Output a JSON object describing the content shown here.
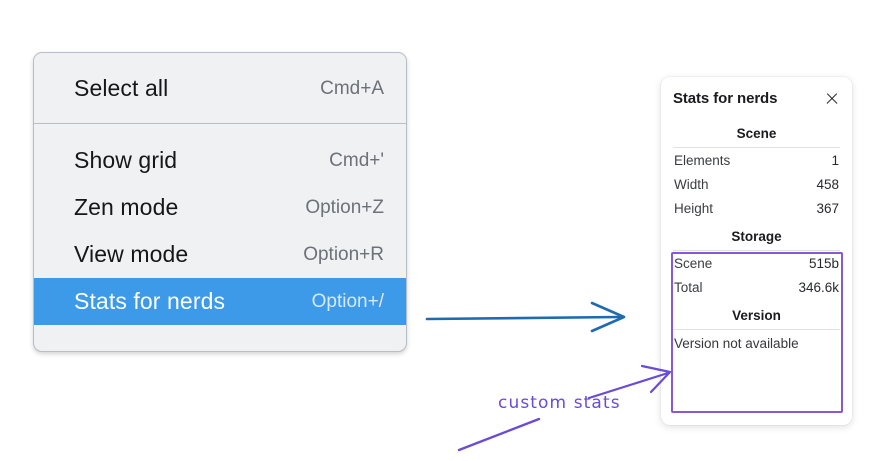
{
  "context_menu": {
    "groups": [
      {
        "items": [
          {
            "label": "Select all",
            "shortcut": "Cmd+A",
            "selected": false
          }
        ]
      },
      {
        "items": [
          {
            "label": "Show grid",
            "shortcut": "Cmd+'",
            "selected": false
          },
          {
            "label": "Zen mode",
            "shortcut": "Option+Z",
            "selected": false
          },
          {
            "label": "View mode",
            "shortcut": "Option+R",
            "selected": false
          },
          {
            "label": "Stats for nerds",
            "shortcut": "Option+/",
            "selected": true
          }
        ]
      }
    ],
    "highlight_color": "#3c9ae8",
    "background_color": "#eff1f3"
  },
  "stats_panel": {
    "title": "Stats for nerds",
    "close_icon": "close-icon",
    "sections": [
      {
        "heading": "Scene",
        "rows": [
          {
            "key": "Elements",
            "value": "1"
          },
          {
            "key": "Width",
            "value": "458"
          },
          {
            "key": "Height",
            "value": "367"
          }
        ]
      },
      {
        "heading": "Storage",
        "rows": [
          {
            "key": "Scene",
            "value": "515b"
          },
          {
            "key": "Total",
            "value": "346.6k"
          }
        ]
      },
      {
        "heading": "Version",
        "single": "Version not available"
      }
    ],
    "highlight_box_color": "#8559da"
  },
  "annotations": {
    "handwritten_label": "custom stats",
    "annotation_color": "#6a4bd6",
    "flow_arrow_color": "#1f6bb0"
  }
}
